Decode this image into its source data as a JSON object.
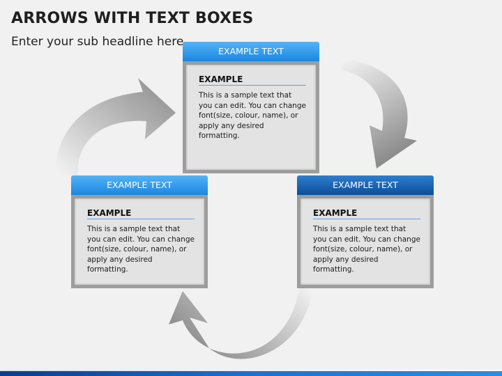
{
  "slide": {
    "title": "ARROWS WITH TEXT BOXES",
    "subtitle": "Enter your sub headline here"
  },
  "cards": [
    {
      "header": "EXAMPLE TEXT",
      "heading": "EXAMPLE",
      "body": "This is a sample text that you can edit. You can change font(size, colour, name), or apply any desired formatting."
    },
    {
      "header": "EXAMPLE TEXT",
      "heading": "EXAMPLE",
      "body": "This is a sample text that you can edit. You can change font(size, colour, name), or apply any desired formatting."
    },
    {
      "header": "EXAMPLE TEXT",
      "heading": "EXAMPLE",
      "body": "This is a sample text that you can edit. You can change font(size, colour, name), or apply any desired formatting."
    }
  ],
  "colors": {
    "header_light": "#1a86e2",
    "header_dark": "#0b4e9b",
    "frame": "#9d9d9d",
    "panel": "#e3e3e3",
    "bottom_bar": "#1f6fd0"
  },
  "icons": [
    "curved-arrow-icon"
  ]
}
